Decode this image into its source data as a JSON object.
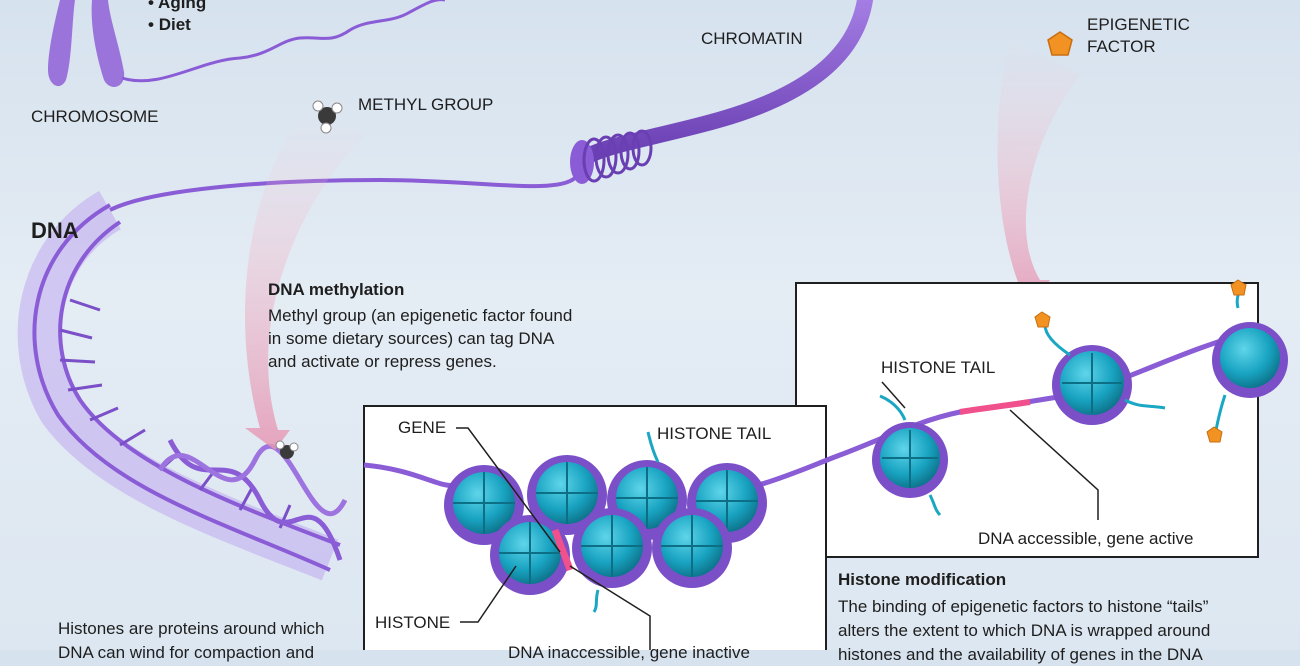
{
  "factor_list": [
    "Aging",
    "Diet"
  ],
  "labels": {
    "chromosome": "CHROMOSOME",
    "chromatin": "CHROMATIN",
    "methyl_group": "METHYL GROUP",
    "epigenetic_factor_line1": "EPIGENETIC",
    "epigenetic_factor_line2": "FACTOR",
    "dna": "DNA",
    "gene": "GENE",
    "histone_tail_left": "HISTONE TAIL",
    "histone_tail_right": "HISTONE TAIL",
    "histone": "HISTONE",
    "dna_accessible": "DNA accessible, gene active",
    "dna_inaccessible": "DNA inaccessible, gene inactive"
  },
  "methylation": {
    "title": "DNA methylation",
    "lines": [
      "Methyl group (an epigenetic factor found",
      "in some dietary sources) can tag DNA",
      "and activate or repress genes."
    ]
  },
  "histone_mod": {
    "title": "Histone modification",
    "lines": [
      "The binding of epigenetic factors to histone “tails”",
      "alters the extent to which DNA is wrapped around",
      "histones and the availability of genes in the DNA"
    ]
  },
  "histone_note": {
    "lines": [
      "Histones are proteins around which",
      "DNA can wind for compaction and"
    ]
  },
  "colors": {
    "dna_purple": "#8a5cd6",
    "histone_teal": "#1aa7c4",
    "gene_pink": "#f0508c",
    "epigenetic_orange": "#f29222"
  }
}
